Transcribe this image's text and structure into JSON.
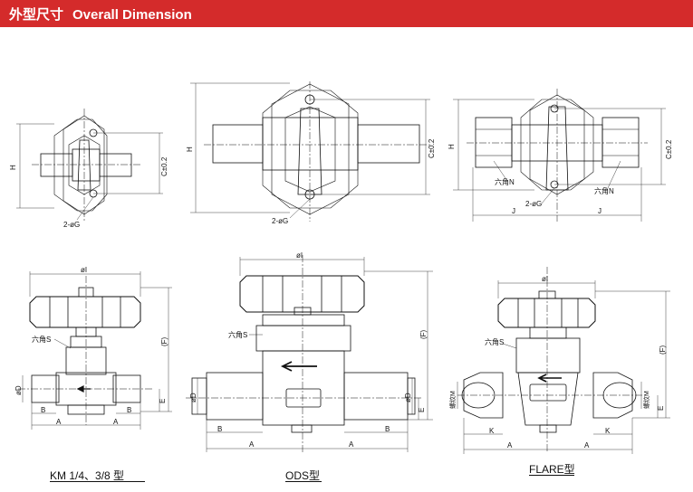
{
  "header": {
    "title_cn": "外型尺寸",
    "title_en": "Overall Dimension",
    "background_color": "#d42b2b"
  },
  "views": {
    "top1": {
      "h": "H",
      "c": "C±0.2",
      "g": "2-øG"
    },
    "top2": {
      "h": "H",
      "c": "C±0.2",
      "g": "2-øG"
    },
    "top3": {
      "h": "H",
      "c": "C±0.2",
      "g": "2-øG",
      "hex_left": "六角N",
      "hex_right": "六角N",
      "j_left": "J",
      "j_right": "J"
    },
    "km": {
      "i": "øI",
      "hex": "六角S",
      "f": "(F)",
      "d": "øD",
      "e": "E",
      "b_left": "B",
      "b_right": "B",
      "a_left": "A",
      "a_right": "A"
    },
    "ods": {
      "i": "øI",
      "hex": "六角S",
      "f": "(F)",
      "d_left": "øD",
      "d_right": "øD",
      "e": "E",
      "b_left": "B",
      "b_right": "B",
      "a_left": "A",
      "a_right": "A"
    },
    "flare": {
      "i": "øI",
      "hex": "六角S",
      "f": "(F)",
      "m_left": "螺纹M",
      "m_right": "螺纹M",
      "e": "E",
      "k_left": "K",
      "k_right": "K",
      "a_left": "A",
      "a_right": "A"
    }
  },
  "captions": {
    "km": "KM 1/4、3/8  型",
    "ods": "ODS型",
    "flare": "FLARE型"
  }
}
